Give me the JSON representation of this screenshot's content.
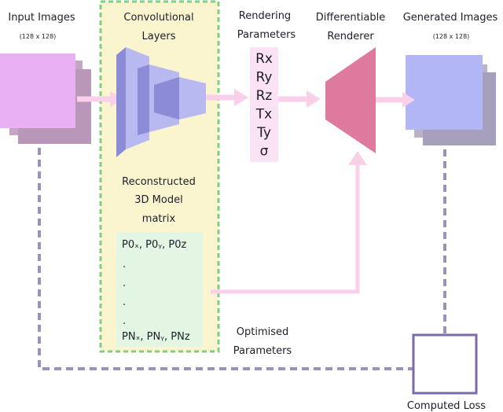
{
  "input_images": {
    "title": "Input Images",
    "size": "(128 x 128)"
  },
  "conv_layers": {
    "title_line1": "Convolutional",
    "title_line2": "Layers"
  },
  "rendering_params": {
    "title_line1": "Rendering",
    "title_line2": "Parameters",
    "items": [
      "Rx",
      "Ry",
      "Rz",
      "Tx",
      "Ty",
      "σ"
    ]
  },
  "renderer": {
    "title_line1": "Differentiable",
    "title_line2": "Renderer"
  },
  "generated_images": {
    "title": "Generated Images",
    "size": "(128 x 128)"
  },
  "model_matrix": {
    "title_line1": "Reconstructed",
    "title_line2": "3D Model",
    "title_line3": "matrix",
    "first_row": "P0ₓ, P0ᵧ, P0z",
    "dots": [
      ".",
      ".",
      ".",
      "."
    ],
    "last_row": "PNₓ, PNᵧ, PNz"
  },
  "optimised": {
    "line1": "Optimised",
    "line2": "Parameters"
  },
  "loss": {
    "label": "Computed Loss"
  },
  "colors": {
    "input_image": "#e9b0f3",
    "input_shadow": "#b897b8",
    "conv_panel": "#fbf5cf",
    "conv_border": "#7fcf7f",
    "conv_shape": "#b9b9f2",
    "conv_shape_dark": "#8c8cd6",
    "params_box": "#fbe3f5",
    "renderer": "#dd7a9e",
    "generated_image": "#b3b6f5",
    "generated_shadow": "#a7a0bd",
    "matrix_box": "#e3f6e3",
    "arrow": "#f9cfe9",
    "dashed_line": "#9d91ba",
    "loss_box": "#7a6aa6"
  }
}
